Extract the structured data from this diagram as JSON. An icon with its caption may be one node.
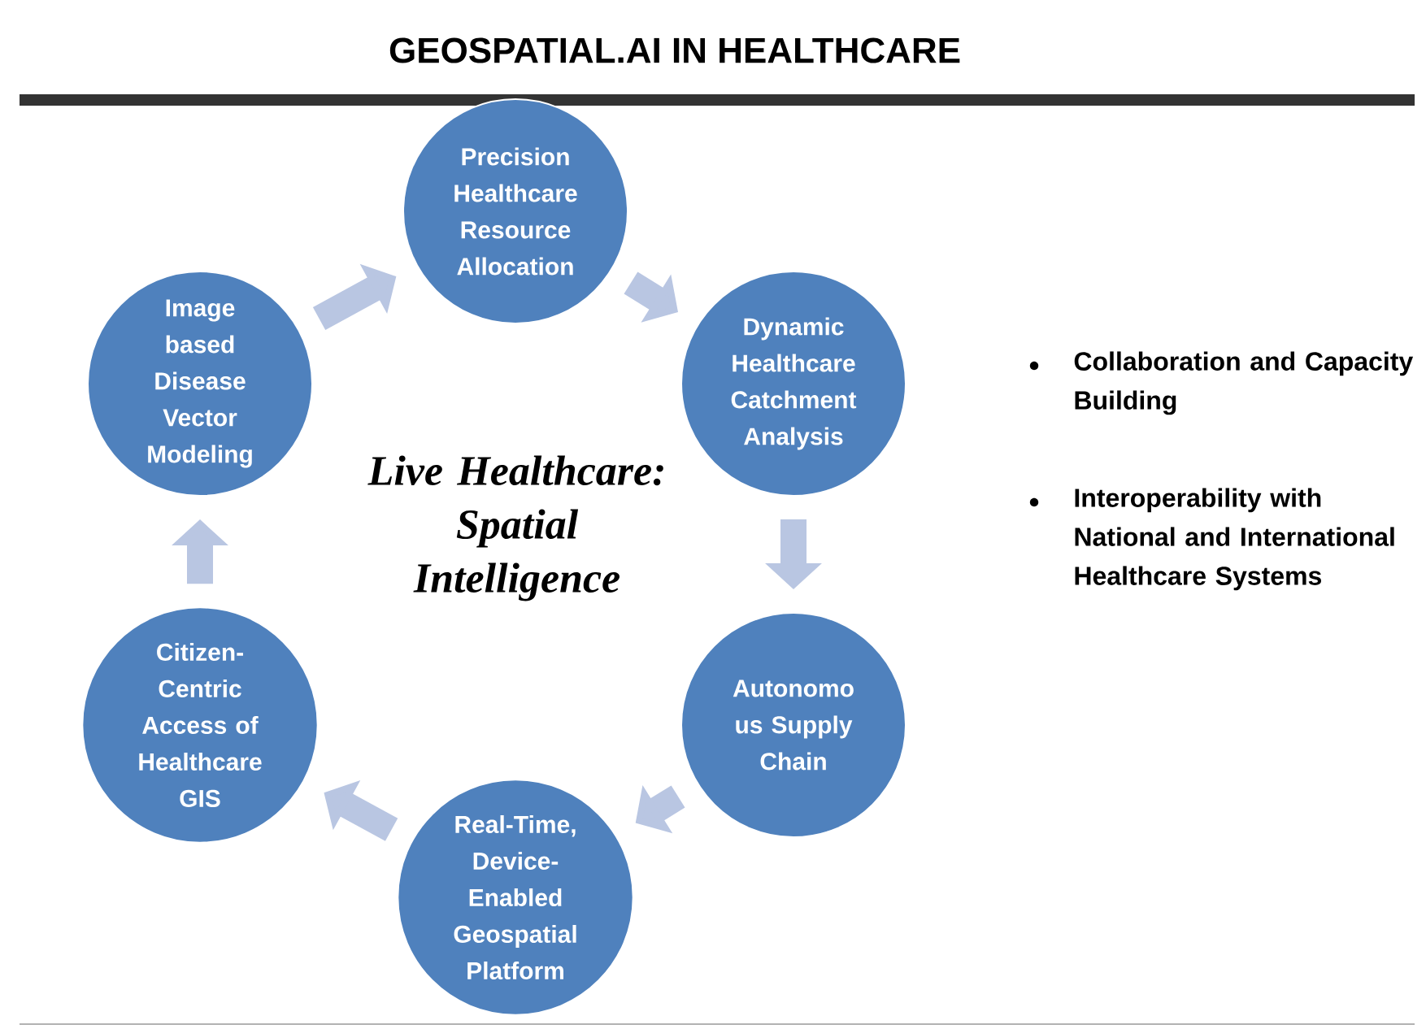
{
  "diagram": {
    "title": "GEOSPATIAL.AI IN HEALTHCARE",
    "nodes": [
      {
        "text": [
          "Precision Healthcare Resource Allocation"
        ]
      },
      {
        "text": [
          "Dynamic Healthcare Catchment Analysis"
        ]
      },
      {
        "text": [
          "Autonomo us Supply Chain"
        ]
      },
      {
        "text": [
          "Real-Time, Device-Enabled Geospatial Platform"
        ]
      },
      {
        "text": [
          "Citizen-Centric Access of Healthcare GIS"
        ]
      },
      {
        "text": [
          "Image based Disease Vector Modeling"
        ]
      }
    ],
    "edges": [
      {
        "from": 0,
        "to": 1,
        "arrow": "to"
      },
      {
        "from": 1,
        "to": 2,
        "arrow": "to"
      },
      {
        "from": 2,
        "to": 3,
        "arrow": "to"
      },
      {
        "from": 3,
        "to": 4,
        "arrow": "to"
      },
      {
        "from": 4,
        "to": 5,
        "arrow": "to"
      },
      {
        "from": 5,
        "to": 0,
        "arrow": "to"
      }
    ],
    "labels": [
      "Live Healthcare: Spatial Intelligence",
      "Collaboration and Capacity Building",
      "Interoperability with National and International Healthcare Systems"
    ]
  }
}
